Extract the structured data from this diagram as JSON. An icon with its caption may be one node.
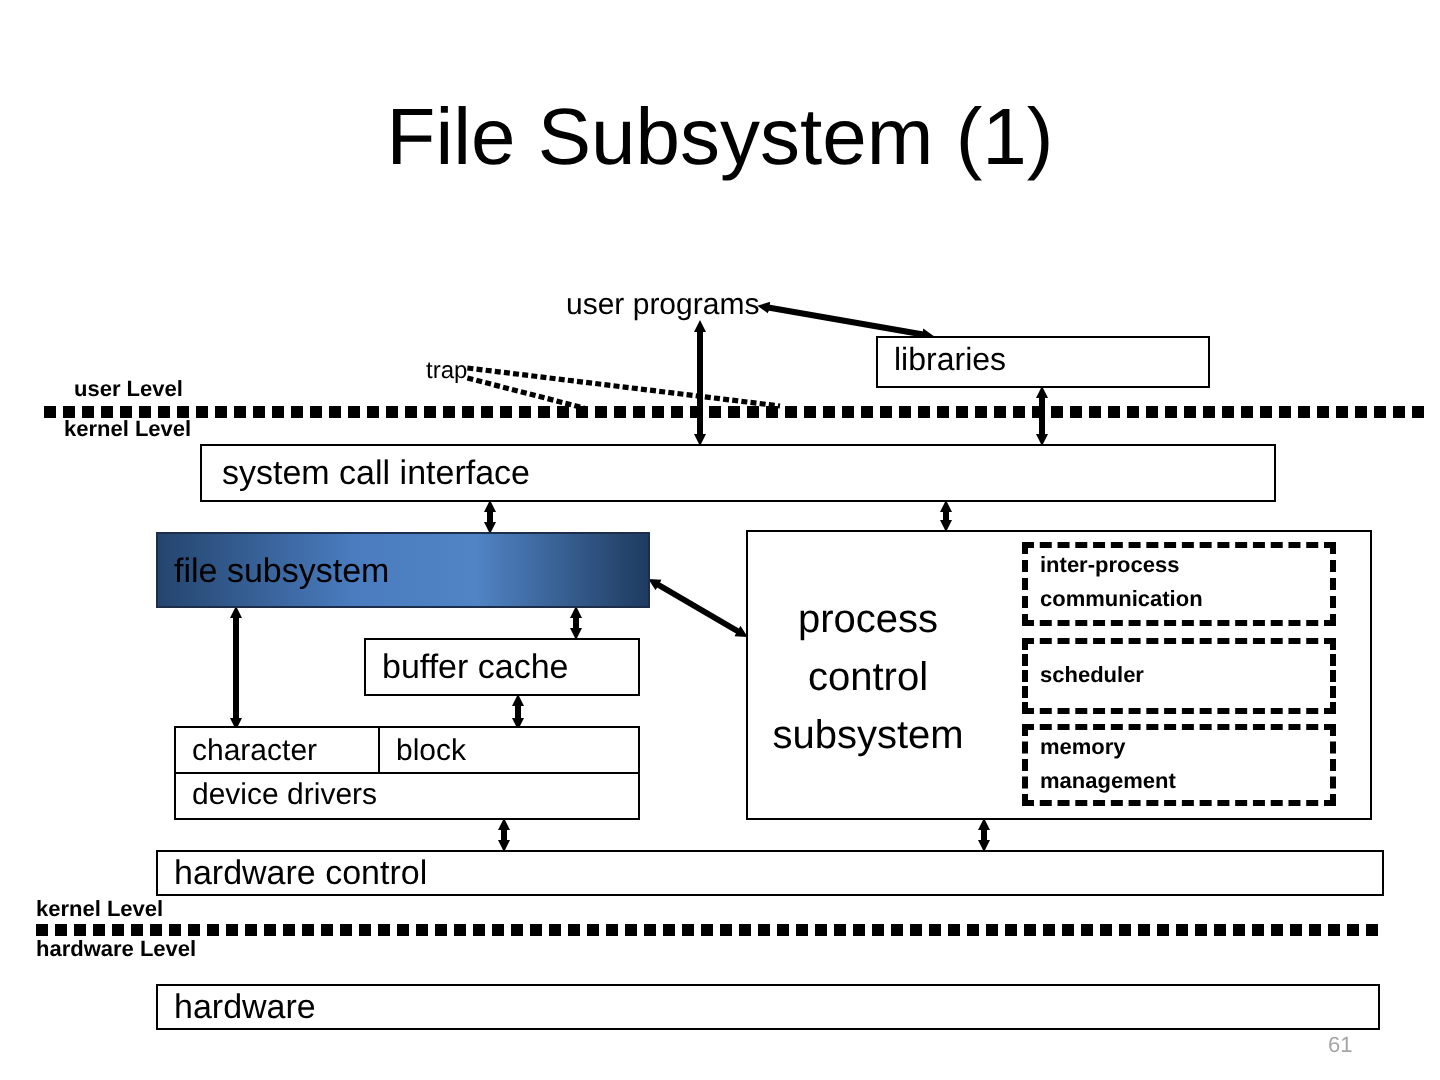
{
  "diagram": {
    "title": "File Subsystem (1)",
    "nodes": [
      {
        "text": [
          "user programs"
        ]
      },
      {
        "text": [
          "trap"
        ]
      },
      {
        "text": [
          "libraries"
        ]
      },
      {
        "text": [
          "system call interface"
        ]
      },
      {
        "text": [
          "file subsystem"
        ]
      },
      {
        "text": [
          "buffer cache"
        ]
      },
      {
        "text": [
          "device drivers"
        ]
      },
      {
        "text": [
          "character"
        ],
        "in": 6
      },
      {
        "text": [
          "block"
        ],
        "in": 6
      },
      {
        "text": [
          "process control subsystem"
        ]
      },
      {
        "text": [
          "inter-process communication"
        ],
        "in": 9
      },
      {
        "text": [
          "scheduler"
        ],
        "in": 9
      },
      {
        "text": [
          "memory management"
        ],
        "in": 9
      },
      {
        "text": [
          "hardware control"
        ]
      },
      {
        "text": [
          "hardware"
        ]
      }
    ],
    "edges": [
      {
        "from": 0,
        "to": 2,
        "arrow": "both"
      },
      {
        "from": 0,
        "to": 3,
        "arrow": "both"
      },
      {
        "from": 2,
        "to": 3,
        "arrow": "both"
      },
      {
        "from": 1,
        "to": null,
        "arrow": "none",
        "style": "dashed"
      },
      {
        "from": 1,
        "to": null,
        "arrow": "none",
        "style": "dashed"
      },
      {
        "from": 3,
        "to": 4,
        "arrow": "both"
      },
      {
        "from": 3,
        "to": 9,
        "arrow": "both"
      },
      {
        "from": 4,
        "to": 9,
        "arrow": "both"
      },
      {
        "from": 4,
        "to": 5,
        "arrow": "both"
      },
      {
        "from": 4,
        "to": 7,
        "arrow": "both"
      },
      {
        "from": 5,
        "to": 8,
        "arrow": "both"
      },
      {
        "from": 6,
        "to": 13,
        "arrow": "both"
      },
      {
        "from": 9,
        "to": 13,
        "arrow": "both"
      }
    ],
    "labels": [
      "user Level",
      "kernel Level",
      "kernel Level",
      "hardware Level",
      "61"
    ]
  }
}
